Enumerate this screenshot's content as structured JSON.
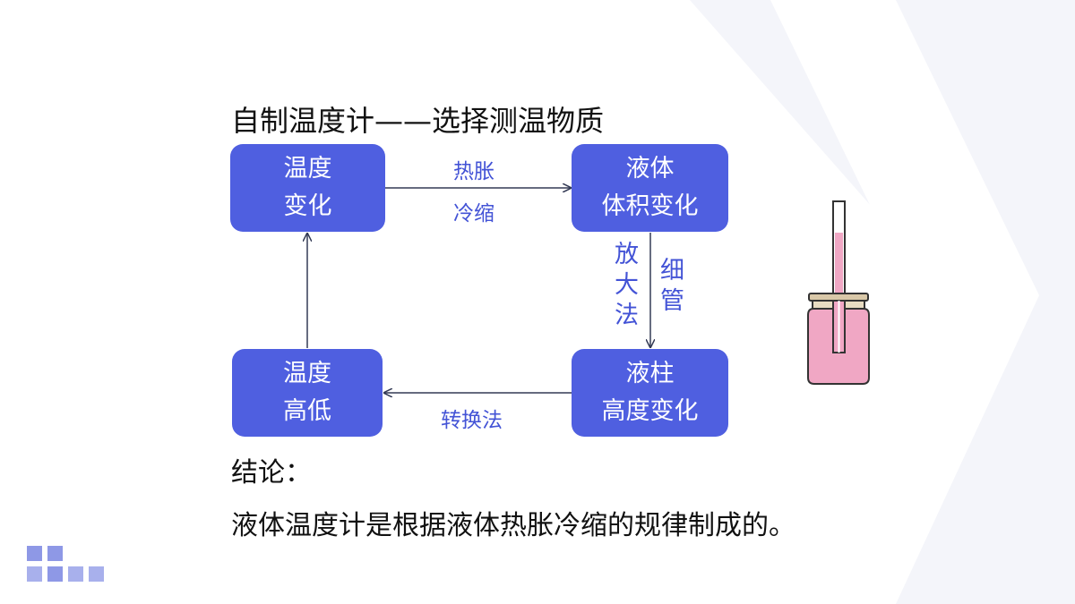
{
  "title": "自制温度计——选择测温物质",
  "boxes": {
    "temp_change": [
      "温度",
      "变化"
    ],
    "liquid_volume": [
      "液体",
      "体积变化"
    ],
    "liquid_column": [
      "液柱",
      "高度变化"
    ],
    "temp_level": [
      "温度",
      "高低"
    ]
  },
  "edge_labels": {
    "expand": "热胀",
    "contract": "冷缩",
    "amplify": [
      "放",
      "大",
      "法"
    ],
    "thin_tube": [
      "细",
      "管"
    ],
    "conversion": "转换法"
  },
  "conclusion": {
    "heading": "结论：",
    "text": "液体温度计是根据液体热胀冷缩的规律制成的。"
  },
  "colors": {
    "box_fill": "#4f5fe0",
    "label_text": "#4353d6",
    "liquid": "#f0a7c4"
  },
  "icons": [
    "thermometer-bottle-icon",
    "decorative-squares-icon"
  ]
}
